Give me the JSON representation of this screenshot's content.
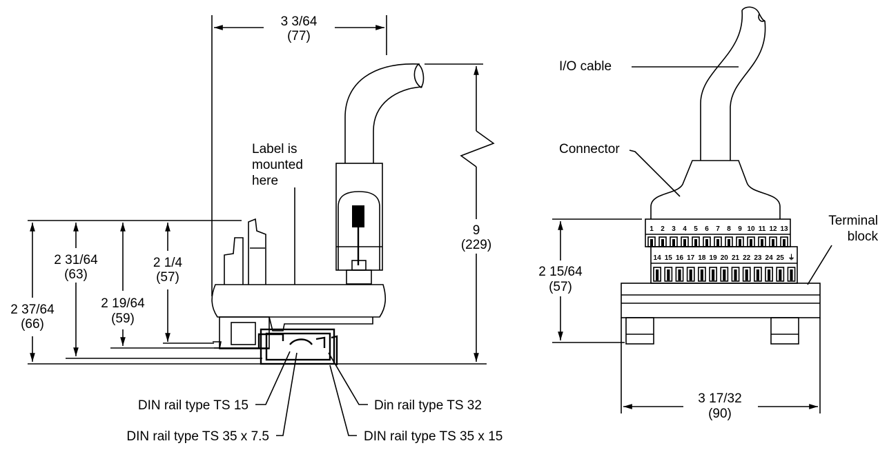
{
  "side_view": {
    "width_dim": {
      "fraction": "3 3/64",
      "mm": "(77)"
    },
    "height_dim": {
      "fraction": "9",
      "mm": "(229)"
    },
    "dim_66": {
      "fraction": "2 37/64",
      "mm": "(66)"
    },
    "dim_63": {
      "fraction": "2 31/64",
      "mm": "(63)"
    },
    "dim_59": {
      "fraction": "2 19/64",
      "mm": "(59)"
    },
    "dim_57": {
      "fraction": "2 1/4",
      "mm": "(57)"
    },
    "label_note": [
      "Label is",
      "mounted",
      "here"
    ],
    "rail_labels": {
      "ts15": "DIN rail type TS 15",
      "ts35x7": "DIN rail type TS 35 x 7.5",
      "ts32": "Din rail type TS 32",
      "ts35x15": "DIN rail type TS 35 x 15"
    }
  },
  "front_view": {
    "io_cable": "I/O cable",
    "connector": "Connector",
    "terminal_block": [
      "Terminal",
      "block"
    ],
    "height_dim": {
      "fraction": "2 15/64",
      "mm": "(57)"
    },
    "width_dim": {
      "fraction": "3 17/32",
      "mm": "(90)"
    },
    "terminals_top": [
      "1",
      "2",
      "3",
      "4",
      "5",
      "6",
      "7",
      "8",
      "9",
      "10",
      "11",
      "12",
      "13"
    ],
    "terminals_bottom": [
      "14",
      "15",
      "16",
      "17",
      "18",
      "19",
      "20",
      "21",
      "22",
      "23",
      "24",
      "25",
      "⏚"
    ]
  }
}
